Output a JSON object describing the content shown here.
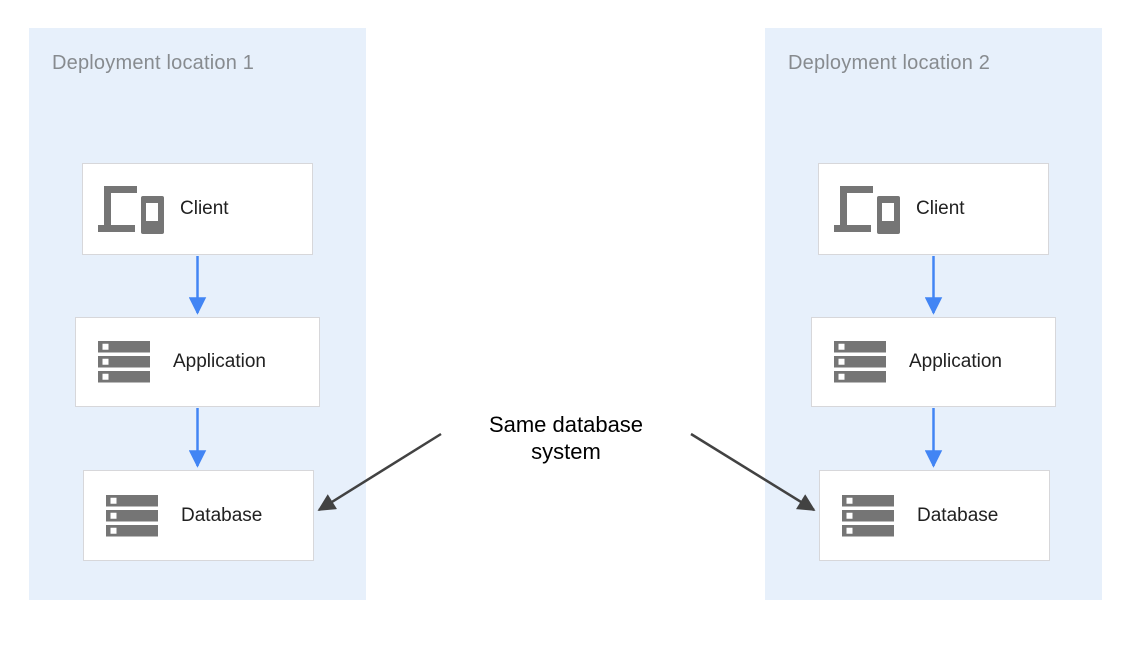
{
  "diagram": {
    "panels": [
      {
        "label": "Deployment location 1",
        "nodes": [
          {
            "label": "Client",
            "icon": "devices-icon"
          },
          {
            "label": "Application",
            "icon": "server-stack-icon"
          },
          {
            "label": "Database",
            "icon": "server-stack-icon"
          }
        ]
      },
      {
        "label": "Deployment location 2",
        "nodes": [
          {
            "label": "Client",
            "icon": "devices-icon"
          },
          {
            "label": "Application",
            "icon": "server-stack-icon"
          },
          {
            "label": "Database",
            "icon": "server-stack-icon"
          }
        ]
      }
    ],
    "annotation": {
      "lines": [
        "Same database",
        "system"
      ]
    },
    "flows": [
      "client-to-application-left",
      "application-to-database-left",
      "client-to-application-right",
      "application-to-database-right",
      "annotation-to-database-left",
      "annotation-to-database-right"
    ],
    "colors": {
      "panel_bg": "#e7f0fb",
      "node_bg": "#ffffff",
      "node_border": "#d7d7da",
      "flow_arrow_blue": "#4285f4",
      "annotation_arrow": "#424242",
      "icon_gray": "#757575",
      "node_text": "#212121",
      "panel_label_text": "#878b8f",
      "annotation_text": "#000000"
    }
  }
}
